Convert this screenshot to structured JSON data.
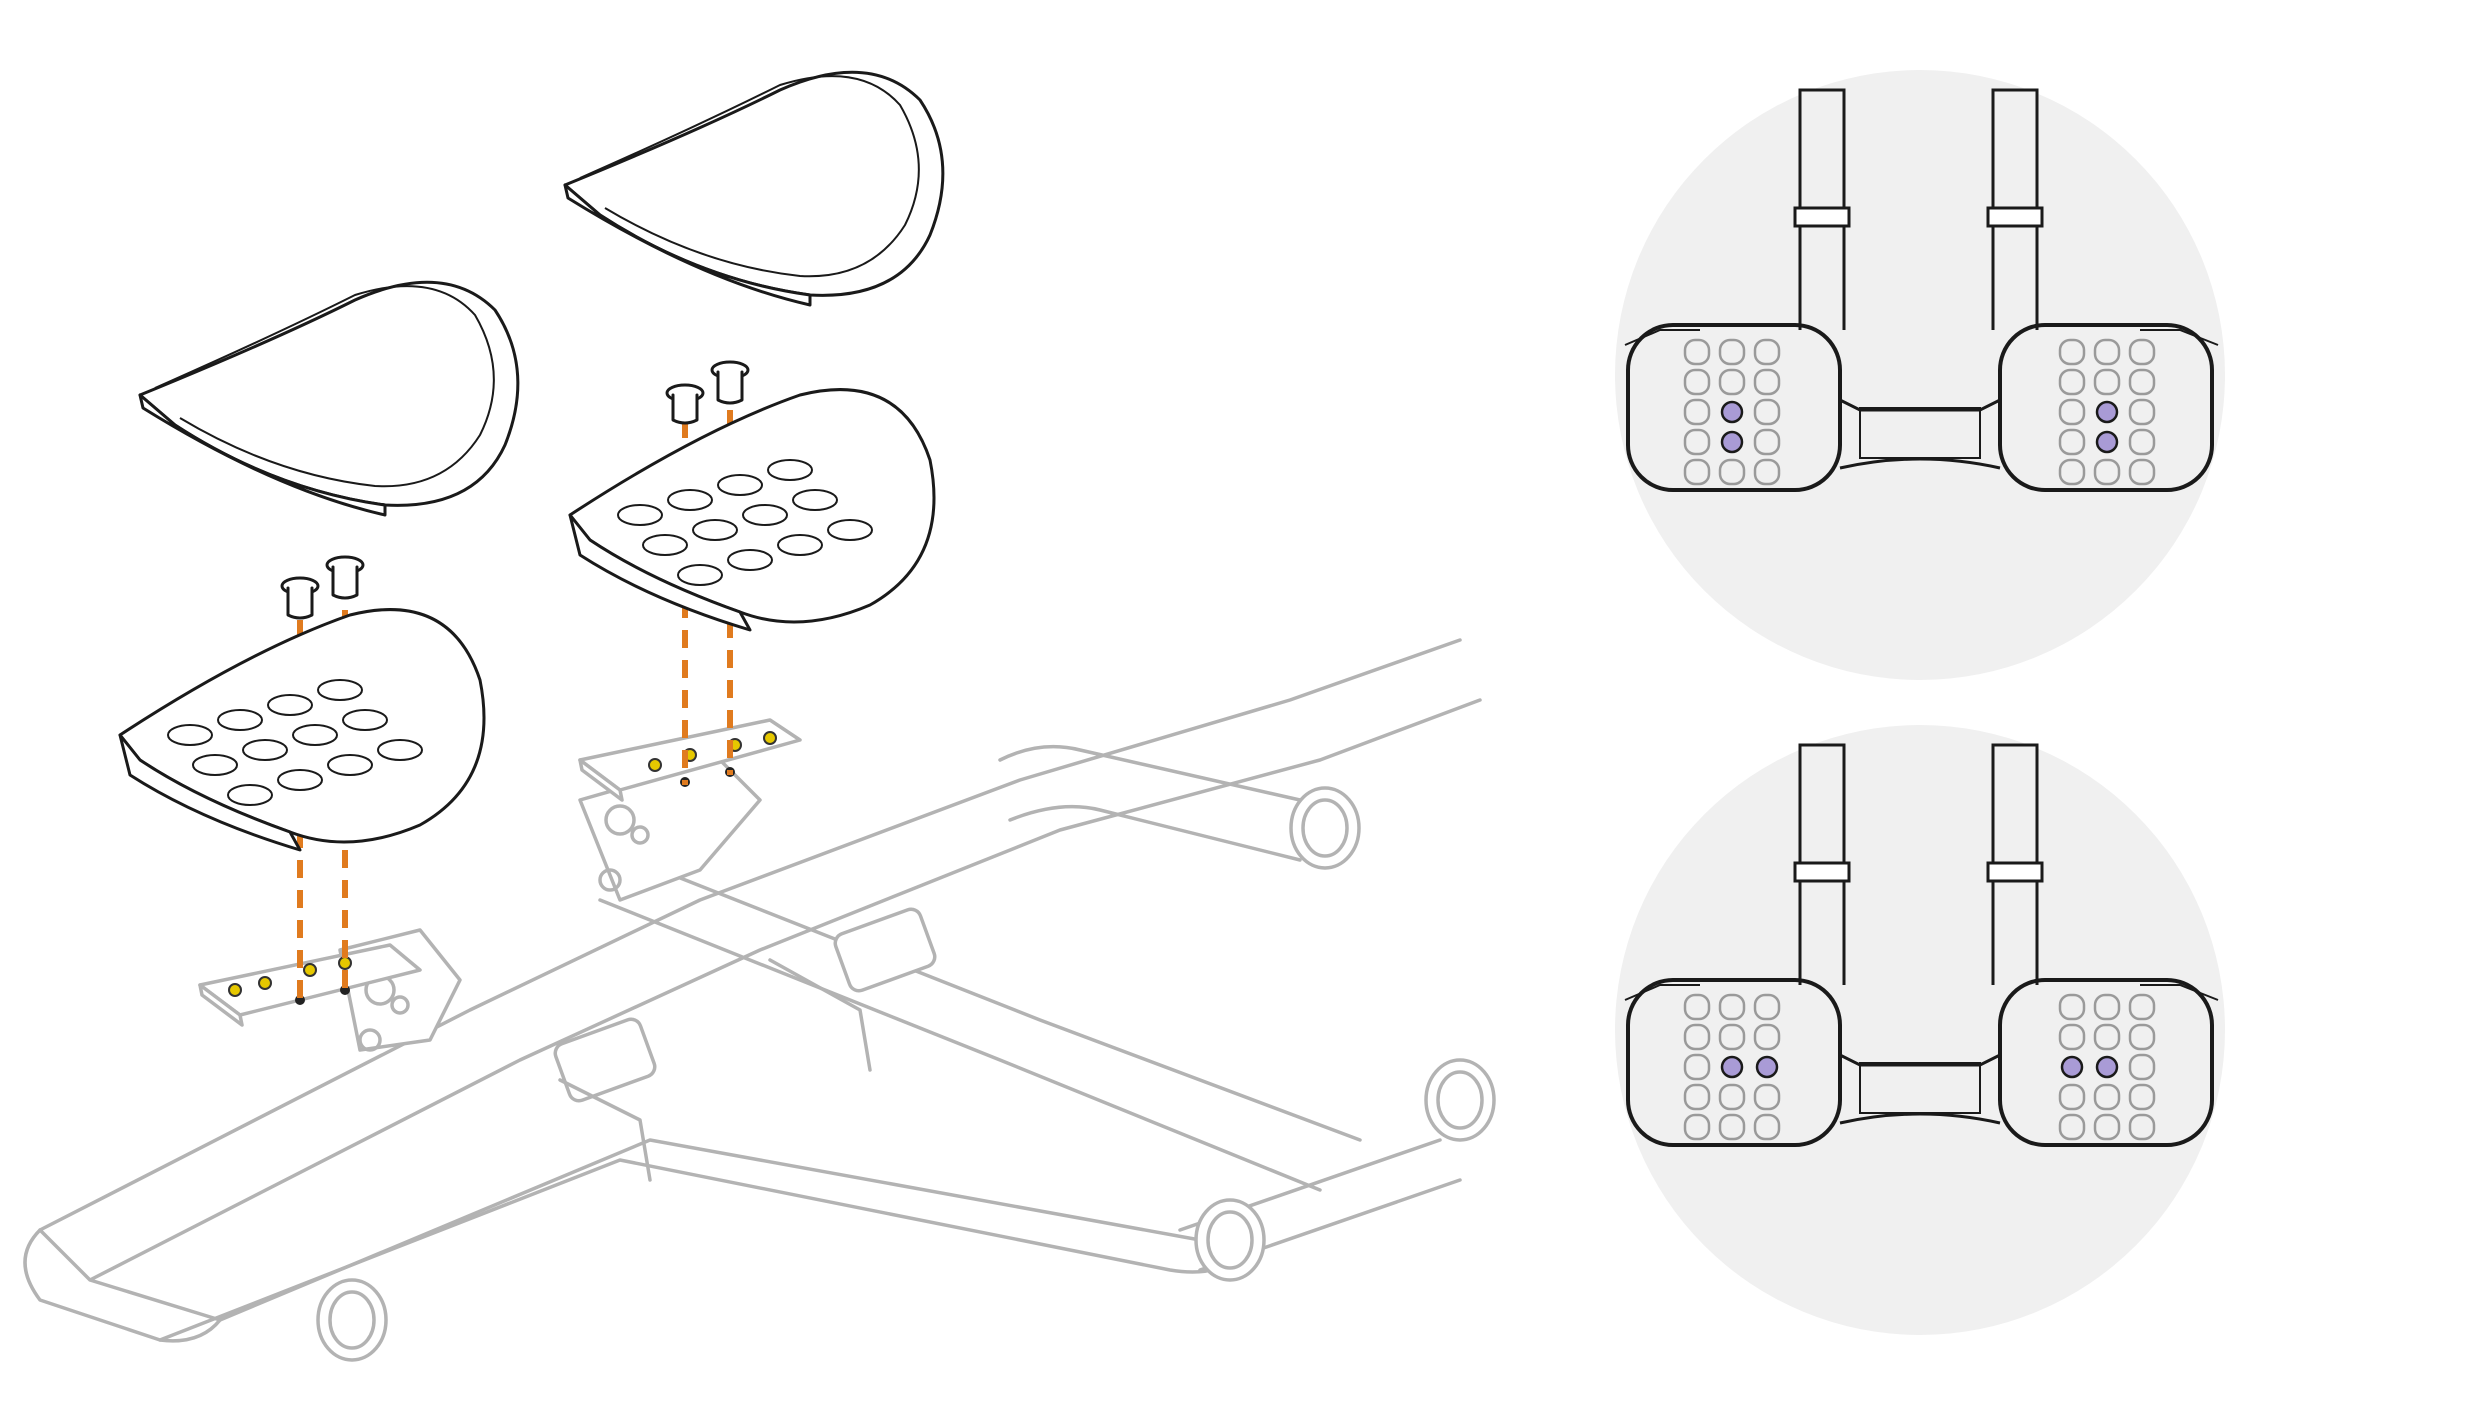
{
  "figure": {
    "description_free": true,
    "colors": {
      "guide_line": "#e07b1f",
      "bar_stroke": "#b3b3b3",
      "ink": "#1a1a1a",
      "detail_circle_bg": "#f0f0f0",
      "bolt_highlight": "#a99bd6"
    },
    "detail_views": [
      {
        "id": "detail-top",
        "bolt_pattern": "vertical"
      },
      {
        "id": "detail-bottom",
        "bolt_pattern": "horizontal"
      }
    ]
  }
}
